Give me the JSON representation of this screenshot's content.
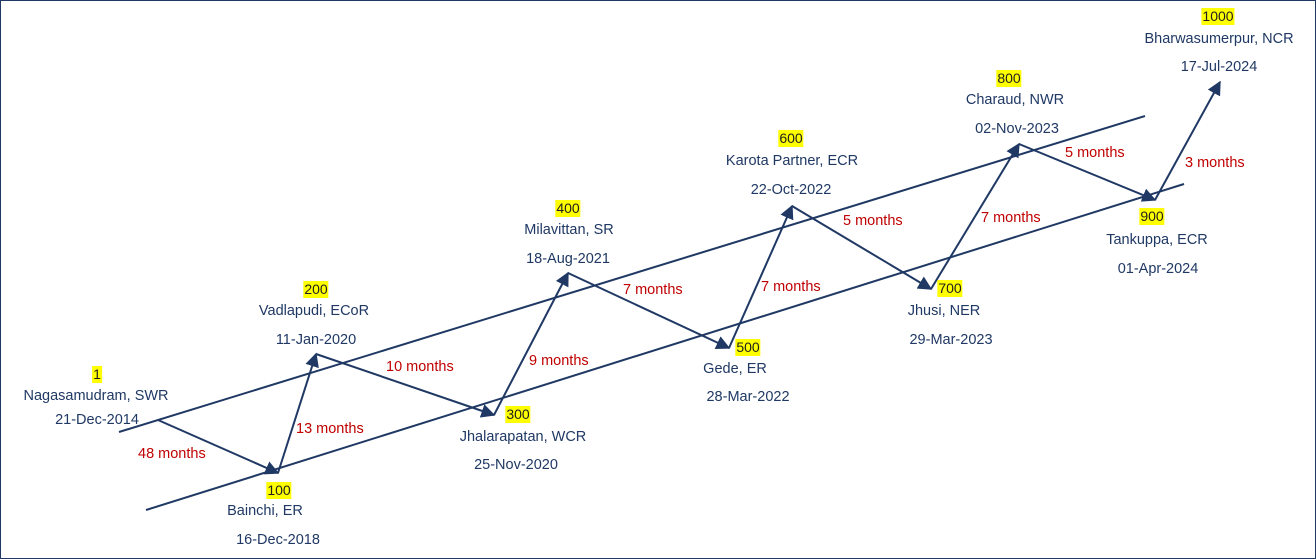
{
  "colors": {
    "line": "#1f3864",
    "interval_text": "#c00000",
    "highlight": "#ffff00",
    "background": "#ffffff"
  },
  "milestones": [
    {
      "count": "1",
      "station": "Nagasamudram, SWR",
      "date": "21-Dec-2014"
    },
    {
      "count": "100",
      "station": "Bainchi, ER",
      "date": "16-Dec-2018"
    },
    {
      "count": "200",
      "station": "Vadlapudi, ECoR",
      "date": "11-Jan-2020"
    },
    {
      "count": "300",
      "station": "Jhalarapatan, WCR",
      "date": "25-Nov-2020"
    },
    {
      "count": "400",
      "station": "Milavittan, SR",
      "date": "18-Aug-2021"
    },
    {
      "count": "500",
      "station": "Gede, ER",
      "date": "28-Mar-2022"
    },
    {
      "count": "600",
      "station": "Karota Partner, ECR",
      "date": "22-Oct-2022"
    },
    {
      "count": "700",
      "station": "Jhusi, NER",
      "date": "29-Mar-2023"
    },
    {
      "count": "800",
      "station": "Charaud, NWR",
      "date": "02-Nov-2023"
    },
    {
      "count": "900",
      "station": "Tankuppa, ECR",
      "date": "01-Apr-2024"
    },
    {
      "count": "1000",
      "station": "Bharwasumerpur, NCR",
      "date": "17-Jul-2024"
    }
  ],
  "intervals": [
    "48 months",
    "13 months",
    "10 months",
    "9 months",
    "7 months",
    "7 months",
    "5 months",
    "7 months",
    "5 months",
    "3 months"
  ]
}
